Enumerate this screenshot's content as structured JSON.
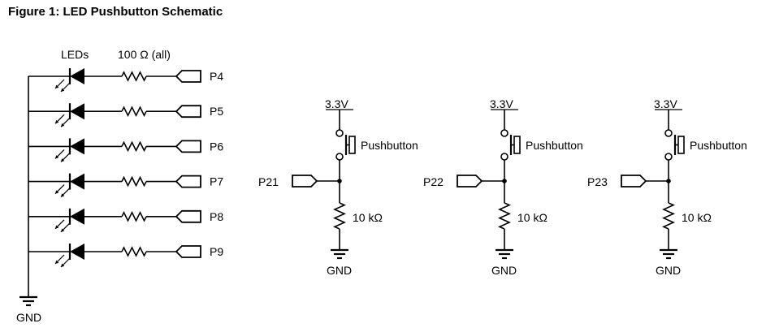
{
  "title": "Figure 1: LED Pushbutton Schematic",
  "led_bank": {
    "leds_label": "LEDs",
    "resistor_label": "100 Ω (all)",
    "pins": [
      "P4",
      "P5",
      "P6",
      "P7",
      "P8",
      "P9"
    ],
    "ground_label": "GND"
  },
  "pushbutton_circuits": [
    {
      "supply": "3.3V",
      "switch_label": "Pushbutton",
      "pin": "P21",
      "resistor": "10 kΩ",
      "ground": "GND"
    },
    {
      "supply": "3.3V",
      "switch_label": "Pushbutton",
      "pin": "P22",
      "resistor": "10 kΩ",
      "ground": "GND"
    },
    {
      "supply": "3.3V",
      "switch_label": "Pushbutton",
      "pin": "P23",
      "resistor": "10 kΩ",
      "ground": "GND"
    }
  ]
}
